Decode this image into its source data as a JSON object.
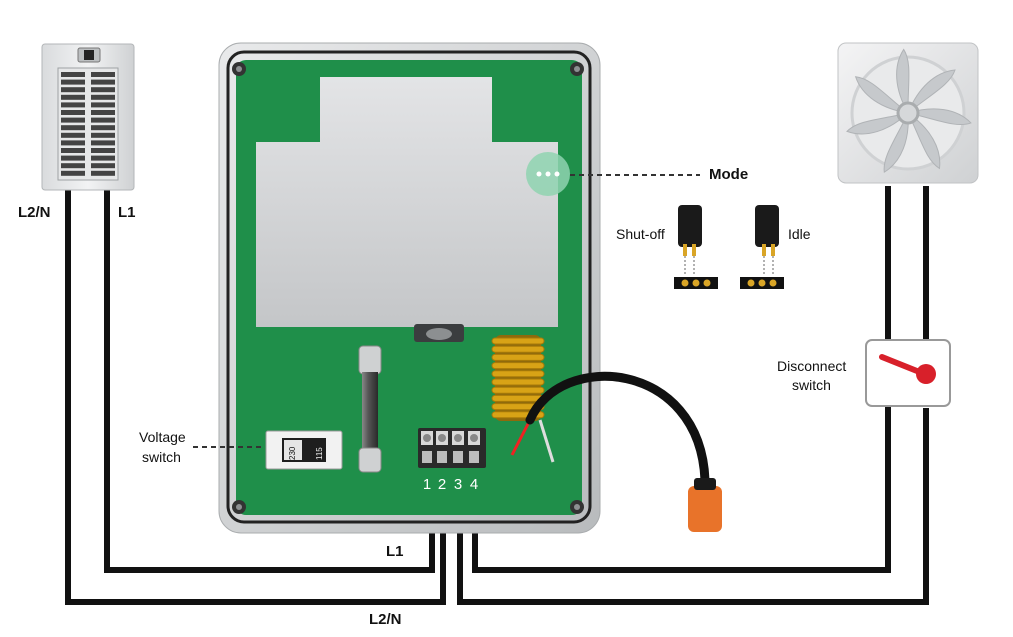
{
  "labels": {
    "left_panel_l2n": "L2/N",
    "left_panel_l1": "L1",
    "bottom_l1": "L1",
    "bottom_l2n": "L2/N",
    "mode": "Mode",
    "shut_off": "Shut-off",
    "idle": "Idle",
    "disconnect_line1": "Disconnect",
    "disconnect_line2": "switch",
    "voltage_line1": "Voltage",
    "voltage_line2": "switch",
    "voltage_230": "230",
    "voltage_115": "115"
  },
  "terminals": [
    "1",
    "2",
    "3",
    "4"
  ],
  "icons": {
    "breaker_panel": "breaker-panel-icon",
    "fan": "fan-icon",
    "disconnect_switch": "disconnect-switch-icon",
    "sensor_probe": "sensor-probe-icon"
  },
  "colors": {
    "board_green": "#1f8f4a",
    "enclosure_gray": "#bfc2c4",
    "wire": "#111111",
    "switch_red": "#d8202a",
    "mode_highlight": "#8fd3b0",
    "sensor_orange": "#e8732a",
    "coil_gold": "#d8a316"
  }
}
